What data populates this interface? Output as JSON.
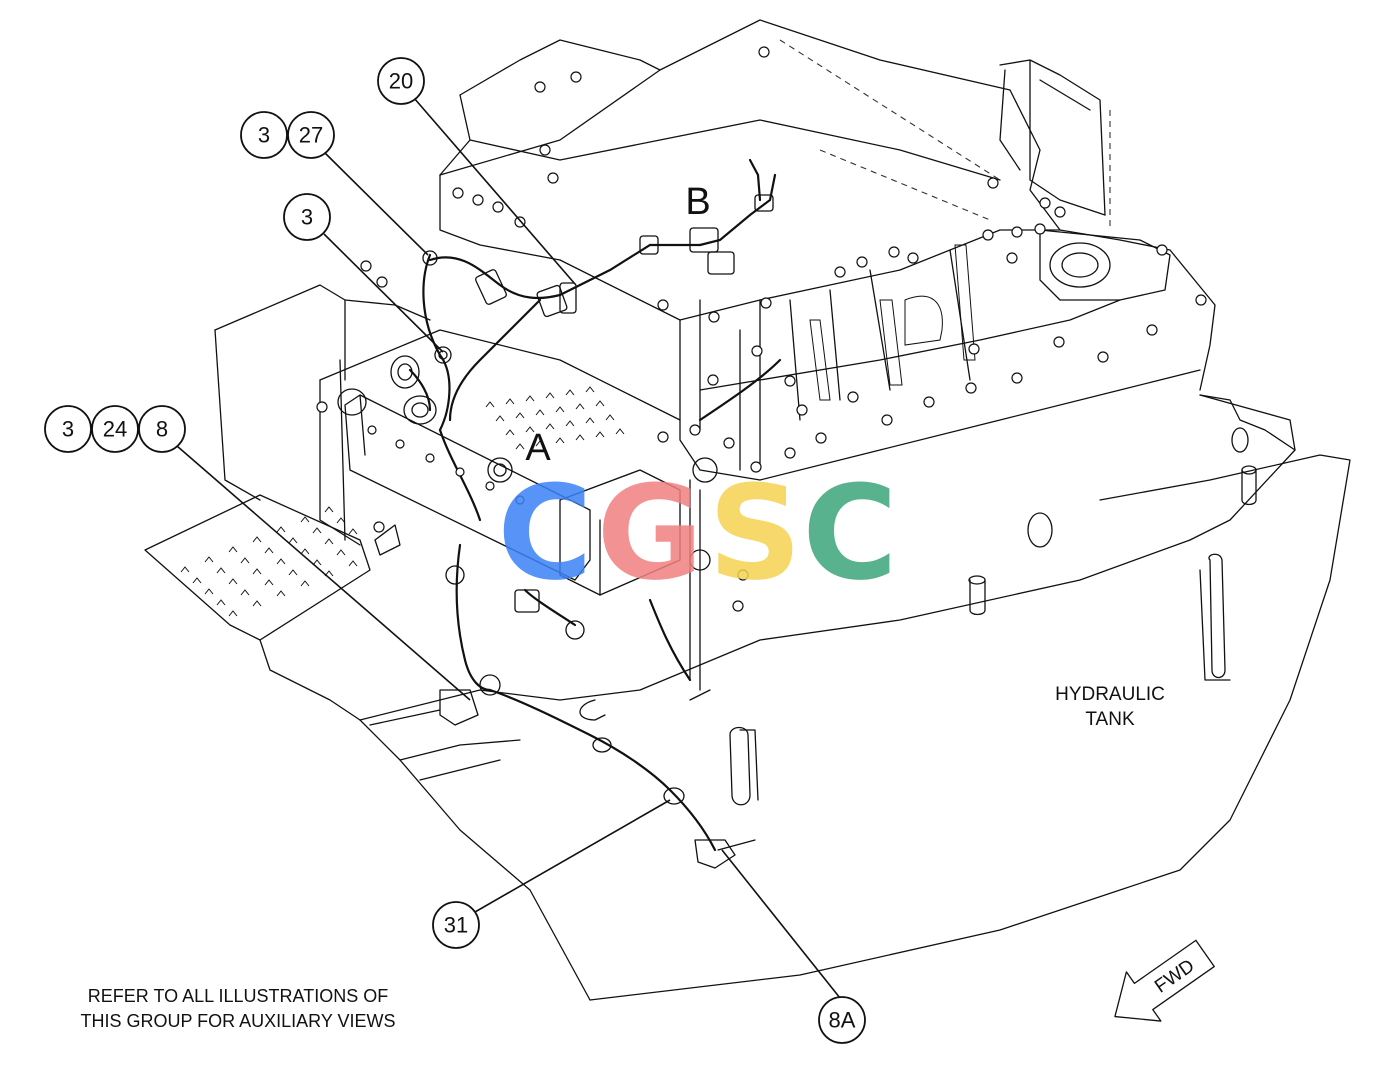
{
  "callouts": [
    {
      "id": "20",
      "label": "20"
    },
    {
      "id": "3-a",
      "label": "3"
    },
    {
      "id": "27",
      "label": "27"
    },
    {
      "id": "3-b",
      "label": "3"
    },
    {
      "id": "3-c",
      "label": "3"
    },
    {
      "id": "24",
      "label": "24"
    },
    {
      "id": "8",
      "label": "8"
    },
    {
      "id": "31",
      "label": "31"
    },
    {
      "id": "8A",
      "label": "8A"
    }
  ],
  "view_labels": {
    "a": "A",
    "b": "B"
  },
  "hydraulic_tank": {
    "line1": "HYDRAULIC",
    "line2": "TANK"
  },
  "direction_arrow": {
    "label": "FWD"
  },
  "note": {
    "line1": "REFER TO ALL ILLUSTRATIONS OF",
    "line2": "THIS GROUP FOR AUXILIARY VIEWS"
  },
  "watermark": {
    "letters": [
      "C",
      "G",
      "S",
      "C"
    ],
    "colors": [
      "#3b82f6",
      "#f08080",
      "#f5d252",
      "#3aa57a"
    ]
  }
}
